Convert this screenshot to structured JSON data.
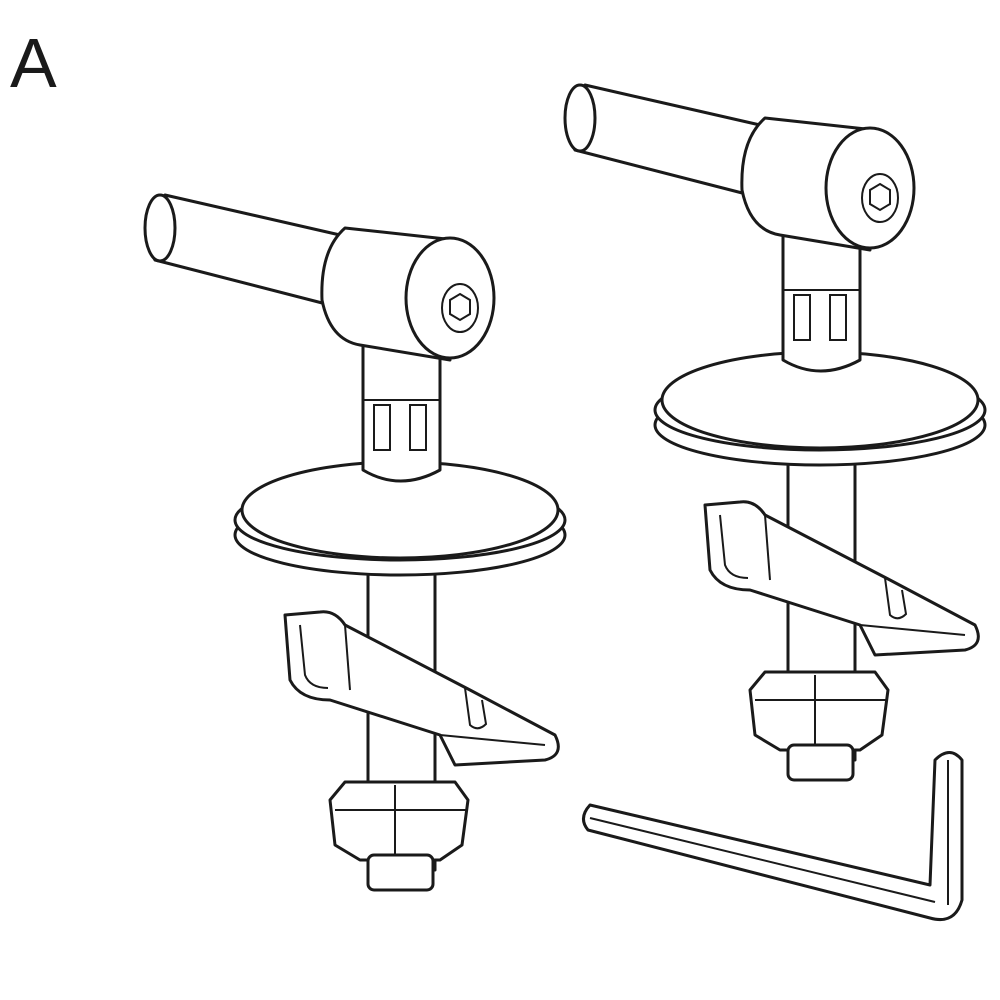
{
  "figure": {
    "panel_label": "A",
    "parts": [
      "hinge-left",
      "hinge-right",
      "allen-key"
    ]
  }
}
